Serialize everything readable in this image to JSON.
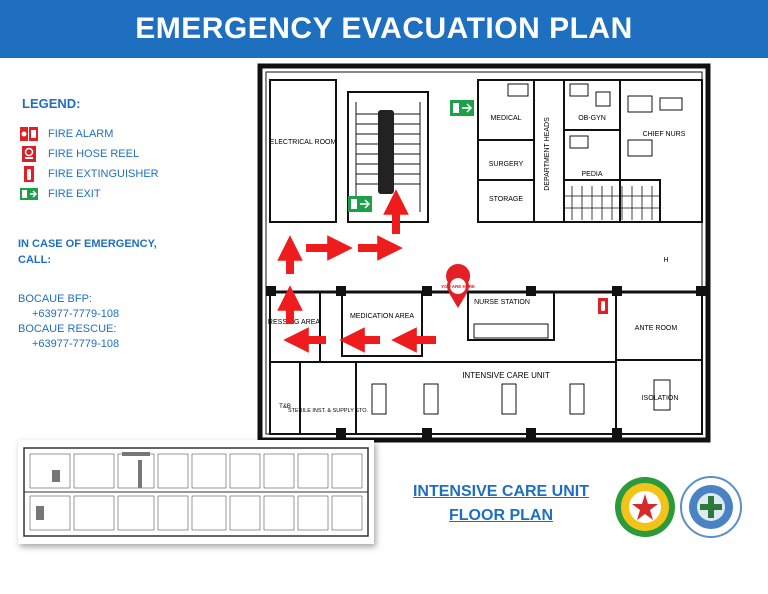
{
  "header": {
    "title": "EMERGENCY EVACUATION PLAN"
  },
  "legend": {
    "title": "LEGEND:",
    "items": [
      {
        "label": "FIRE ALARM",
        "icon": "fire-alarm-icon"
      },
      {
        "label": "FIRE HOSE REEL",
        "icon": "fire-hose-reel-icon"
      },
      {
        "label": "FIRE EXTINGUISHER",
        "icon": "fire-extinguisher-icon"
      },
      {
        "label": "FIRE EXIT",
        "icon": "fire-exit-icon"
      }
    ]
  },
  "emergency": {
    "heading": "IN CASE OF EMERGENCY, CALL:",
    "contacts": [
      {
        "name": "BOCAUE BFP:",
        "number": "+63977-7779-108"
      },
      {
        "name": "BOCAUE RESCUE:",
        "number": "+63977-7779-108"
      }
    ]
  },
  "floor_plan": {
    "rooms": {
      "electrical_room": "ELECTRICAL ROOM",
      "medical": "MEDICAL",
      "surgery": "SURGERY",
      "storage": "STORAGE",
      "department_heads": "DEPARTMENT HEADS",
      "ob_gyn": "OB-GYN",
      "chief_nurse": "CHIEF NURS",
      "pedia": "PEDIA",
      "h": "H",
      "nurse_station": "NURSE STATION",
      "medication_area": "MEDICATION AREA",
      "dressing_area": "RESSING AREA",
      "ante_room": "ANTE ROOM",
      "intensive_care_unit": "INTENSIVE CARE UNIT",
      "sterile_inst": "STERILE INST. & SUPPLY STO.",
      "isolation": "ISOLATION",
      "tb": "T&B"
    },
    "you_are_here": "YOU ARE HERE",
    "colors": {
      "arrow": "#ee1c1c",
      "exit_sign": "#1ea04a",
      "wall": "#111111"
    }
  },
  "footer": {
    "title_line1": "INTENSIVE CARE UNIT",
    "title_line2": "FLOOR PLAN"
  },
  "theme": {
    "primary": "#1f6fc0"
  }
}
